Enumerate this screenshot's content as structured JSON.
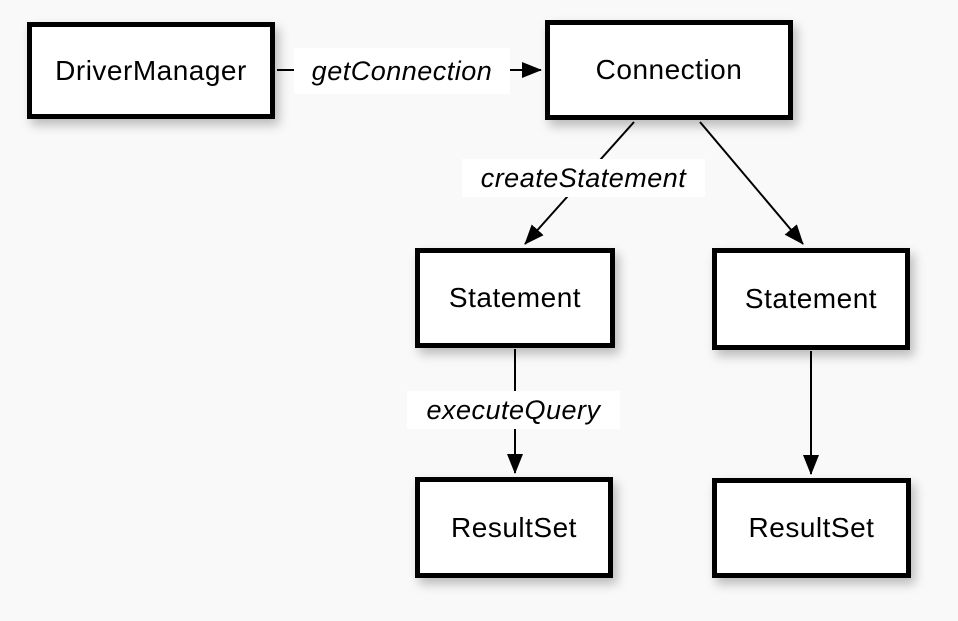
{
  "diagram": {
    "background_color": "#f9f9f9",
    "node_fill_color": "#ffffff",
    "node_border_color": "#000000",
    "edge_color": "#000000",
    "edge_label_background": "#ffffff",
    "nodes": [
      {
        "id": "drivermanager",
        "label": "DriverManager"
      },
      {
        "id": "connection",
        "label": "Connection"
      },
      {
        "id": "statement-left",
        "label": "Statement"
      },
      {
        "id": "statement-right",
        "label": "Statement"
      },
      {
        "id": "resultset-left",
        "label": "ResultSet"
      },
      {
        "id": "resultset-right",
        "label": "ResultSet"
      }
    ],
    "edges": [
      {
        "from": "DriverManager",
        "to": "Connection",
        "label": "getConnection"
      },
      {
        "from": "Connection",
        "to": "Statement (left)",
        "label": "createStatement"
      },
      {
        "from": "Connection",
        "to": "Statement (right)",
        "label": ""
      },
      {
        "from": "Statement (left)",
        "to": "ResultSet (left)",
        "label": "executeQuery"
      },
      {
        "from": "Statement (right)",
        "to": "ResultSet (right)",
        "label": ""
      }
    ]
  }
}
